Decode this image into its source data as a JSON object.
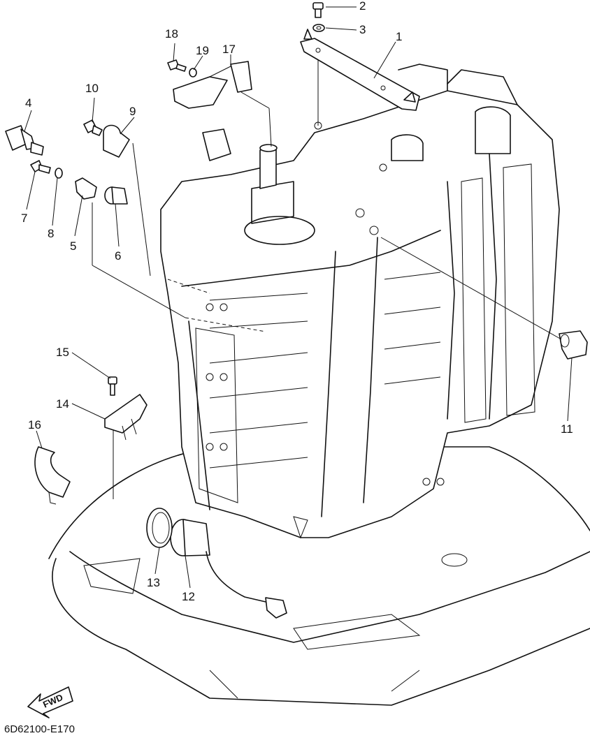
{
  "drawing_code": "6D62100-E170",
  "direction_label": "FWD",
  "callouts": [
    "1",
    "2",
    "3",
    "4",
    "5",
    "6",
    "7",
    "8",
    "9",
    "10",
    "11",
    "12",
    "13",
    "14",
    "15",
    "16",
    "17",
    "18",
    "19"
  ]
}
